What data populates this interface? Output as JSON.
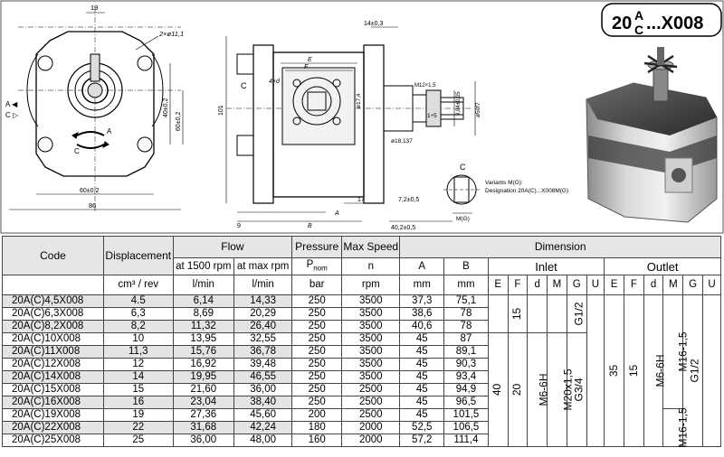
{
  "series_badge": {
    "prefix": "20",
    "sup": "A",
    "sub": "C",
    "suffix": "...X008"
  },
  "drawing": {
    "front": {
      "dim_top": "19",
      "holes": "2×ø11,1",
      "angle_A": "A",
      "angle_C": "C",
      "arrow_A": "A ◀",
      "arrow_C": "C ▷",
      "dim_40": "40±0,2",
      "dim_60": "60±0,2",
      "dim_60w": "60±0,2",
      "dim_86": "86"
    },
    "side": {
      "dim_14": "14±0,3",
      "label_C": "C",
      "label_E": "E",
      "label_F": "F",
      "label_d": "4×d",
      "dim_101": "101",
      "dim_17": "17",
      "dim_72": "7,2±0,5",
      "dim_9": "9",
      "label_A": "A",
      "label_B": "B",
      "dim_402": "40,2±0,5",
      "dim_ø17": "ø17,4",
      "dim_ø50": "ø50f7",
      "dim_ø18": "ø18,137",
      "dim_3_5": "3,5",
      "ratio": "1÷5",
      "dim_9_84": "9,84±0,05",
      "dim_m": "M12×1,5"
    },
    "detail": {
      "label_C": "C",
      "label_M": "M(G)",
      "note1": "Variants M(G):",
      "note2": "Designation 20A(C)...X008M(G)"
    }
  },
  "table": {
    "headers": {
      "code": "Code",
      "displacement": "Displacement",
      "flow": "Flow",
      "pressure": "Pressure",
      "max_speed": "Max Speed",
      "dimension": "Dimension",
      "flow_1500": "at 1500 rpm",
      "flow_max": "at max rpm",
      "p_nom_P": "P",
      "p_nom_sub": "nom",
      "n": "n",
      "A": "A",
      "B": "B",
      "inlet": "Inlet",
      "outlet": "Outlet"
    },
    "units": {
      "disp": "cm³ / rev",
      "flow1": "l/min",
      "flow2": "l/min",
      "pressure": "bar",
      "speed": "rpm",
      "A": "mm",
      "B": "mm"
    },
    "port_cols": [
      "E",
      "F",
      "d",
      "M",
      "G",
      "U",
      "E",
      "F",
      "d",
      "M",
      "G",
      "U"
    ],
    "rows": [
      {
        "code": "20A(C)4,5X008",
        "disp": "4.5",
        "f1": "6,14",
        "f2": "14,33",
        "p": "250",
        "n": "3500",
        "A": "37,3",
        "B": "75,1"
      },
      {
        "code": "20A(C)6,3X008",
        "disp": "6,3",
        "f1": "8,69",
        "f2": "20,29",
        "p": "250",
        "n": "3500",
        "A": "38,6",
        "B": "78"
      },
      {
        "code": "20A(C)8,2X008",
        "disp": "8,2",
        "f1": "11,32",
        "f2": "26,40",
        "p": "250",
        "n": "3500",
        "A": "40,6",
        "B": "78"
      },
      {
        "code": "20A(C)10X008",
        "disp": "10",
        "f1": "13,95",
        "f2": "32,55",
        "p": "250",
        "n": "3500",
        "A": "45",
        "B": "87"
      },
      {
        "code": "20A(C)11X008",
        "disp": "11,3",
        "f1": "15,76",
        "f2": "36,78",
        "p": "250",
        "n": "3500",
        "A": "45",
        "B": "89,1"
      },
      {
        "code": "20A(C)12X008",
        "disp": "12",
        "f1": "16,92",
        "f2": "39,48",
        "p": "250",
        "n": "3500",
        "A": "45",
        "B": "90,3"
      },
      {
        "code": "20A(C)14X008",
        "disp": "14",
        "f1": "19,95",
        "f2": "46,55",
        "p": "250",
        "n": "3500",
        "A": "45",
        "B": "93,4"
      },
      {
        "code": "20A(C)15X008",
        "disp": "15",
        "f1": "21,60",
        "f2": "36,00",
        "p": "250",
        "n": "2500",
        "A": "45",
        "B": "94,9"
      },
      {
        "code": "20A(C)16X008",
        "disp": "16",
        "f1": "23,04",
        "f2": "38,40",
        "p": "250",
        "n": "2500",
        "A": "45",
        "B": "96,5"
      },
      {
        "code": "20A(C)19X008",
        "disp": "19",
        "f1": "27,36",
        "f2": "45,60",
        "p": "200",
        "n": "2500",
        "A": "45",
        "B": "101,5"
      },
      {
        "code": "20A(C)22X008",
        "disp": "22",
        "f1": "31,68",
        "f2": "42,24",
        "p": "180",
        "n": "2000",
        "A": "52,5",
        "B": "106,5"
      },
      {
        "code": "20A(C)25X008",
        "disp": "25",
        "f1": "36,00",
        "f2": "48,00",
        "p": "160",
        "n": "2000",
        "A": "57,2",
        "B": "111,4"
      }
    ],
    "inlet": {
      "E": "40",
      "F_top": "15",
      "F_bot": "20",
      "d": "M6-6H",
      "M": "M20x1,5",
      "G_top": "G1/2",
      "G_bot": "G3/4"
    },
    "outlet": {
      "E": "35",
      "F": "15",
      "d": "M6-6H",
      "M_top": "M16-1,5",
      "M_bot": "M16-1,5",
      "G": "G1/2"
    }
  }
}
